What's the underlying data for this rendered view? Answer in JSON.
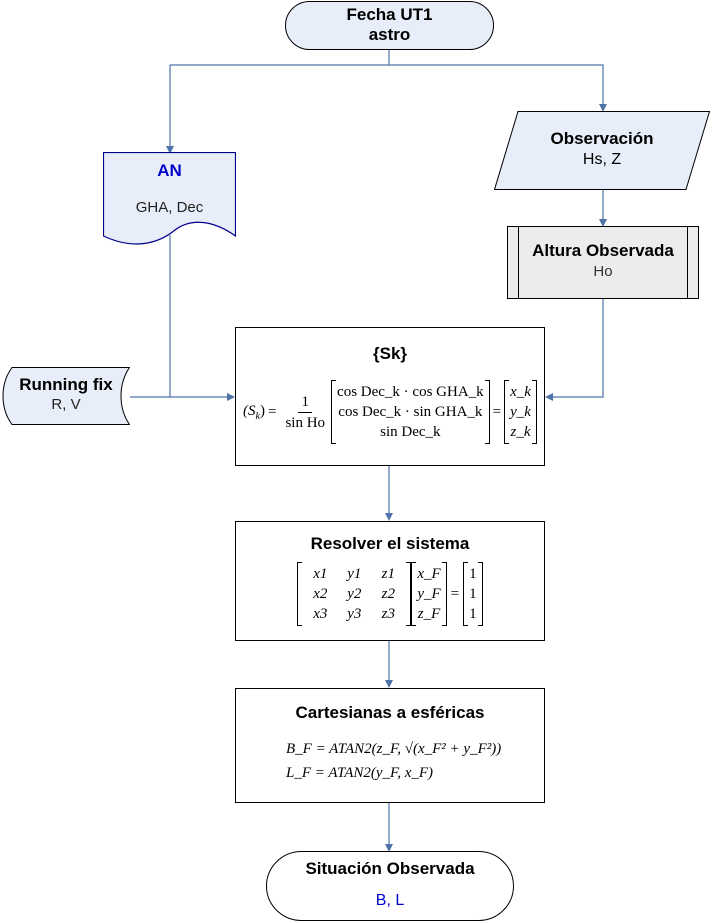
{
  "colors": {
    "connector": "#4f73a8",
    "light_fill": "#e8eef9",
    "gray_fill": "#ececec",
    "an_title": "#0000cc",
    "an_border": "#00008b",
    "output_value": "#0000cc"
  },
  "nodes": {
    "start": {
      "title": "Fecha UT1",
      "subtitle": "astro",
      "shape": "terminator"
    },
    "almanac": {
      "title": "AN",
      "subtitle": "GHA, Dec",
      "shape": "document"
    },
    "observation": {
      "title": "Observación",
      "subtitle": "Hs, Z",
      "shape": "data"
    },
    "observed_altitude": {
      "title": "Altura Observada",
      "subtitle": "Ho",
      "shape": "predefined-process"
    },
    "running_fix": {
      "title": "Running fix",
      "subtitle": "R, V",
      "shape": "stored-data"
    },
    "sk": {
      "title": "{Sk}",
      "formula": {
        "lhs": "(S",
        "lhs_sub": "k",
        "lhs_close": ")",
        "eq": "=",
        "frac_num": "1",
        "frac_den": "sin Ho",
        "rows": [
          "cos Dec_k · cos GHA_k",
          "cos Dec_k · sin GHA_k",
          "sin Dec_k"
        ],
        "rhs": [
          "x_k",
          "y_k",
          "z_k"
        ]
      }
    },
    "solve": {
      "title": "Resolver el sistema",
      "formula": {
        "matrix": [
          [
            "x1",
            "y1",
            "z1"
          ],
          [
            "x2",
            "y2",
            "z2"
          ],
          [
            "x3",
            "y3",
            "z3"
          ]
        ],
        "vector": [
          "x_F",
          "y_F",
          "z_F"
        ],
        "eq": "=",
        "result": [
          "1",
          "1",
          "1"
        ]
      }
    },
    "cart_to_sph": {
      "title": "Cartesianas a esféricas",
      "formula_lines": [
        "B_F = ATAN2(z_F, √(x_F² + y_F²))",
        "L_F = ATAN2(y_F, x_F)"
      ]
    },
    "end": {
      "title": "Situación Observada",
      "subtitle": "B, L",
      "shape": "terminator"
    }
  }
}
